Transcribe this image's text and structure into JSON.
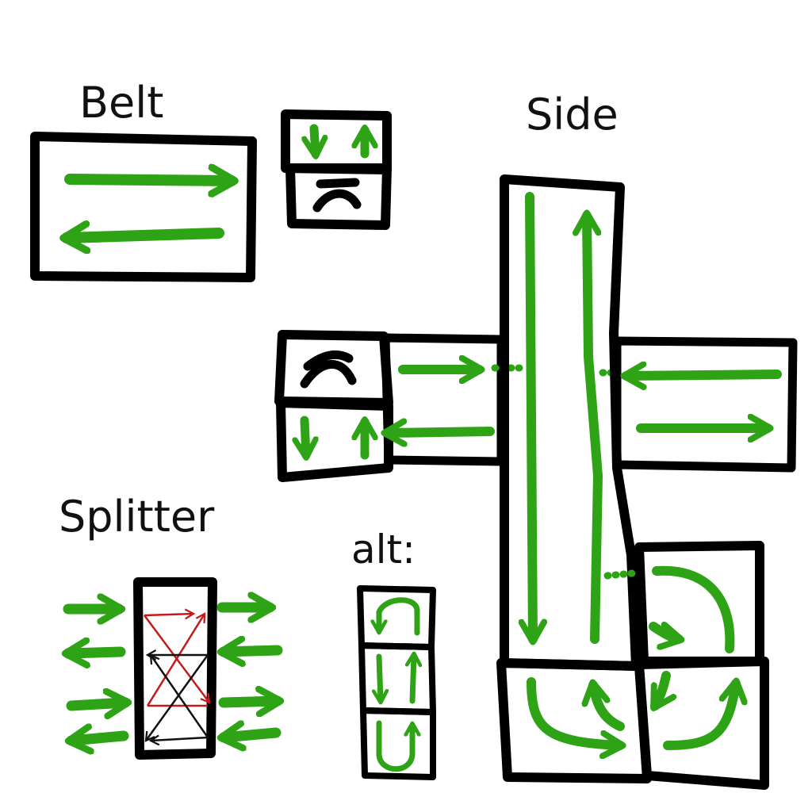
{
  "labels": {
    "belt": "Belt",
    "side": "Side",
    "splitter": "Splitter",
    "alt": "alt:"
  },
  "colors": {
    "outline": "#000000",
    "arrow": "#2ea316",
    "splitter_red": "#c41a1a",
    "background": "#ffffff"
  },
  "icons": [
    "arrow-right-icon",
    "arrow-left-icon",
    "arrow-up-icon",
    "arrow-down-icon",
    "u-turn-icon",
    "crossing-lines-icon"
  ]
}
